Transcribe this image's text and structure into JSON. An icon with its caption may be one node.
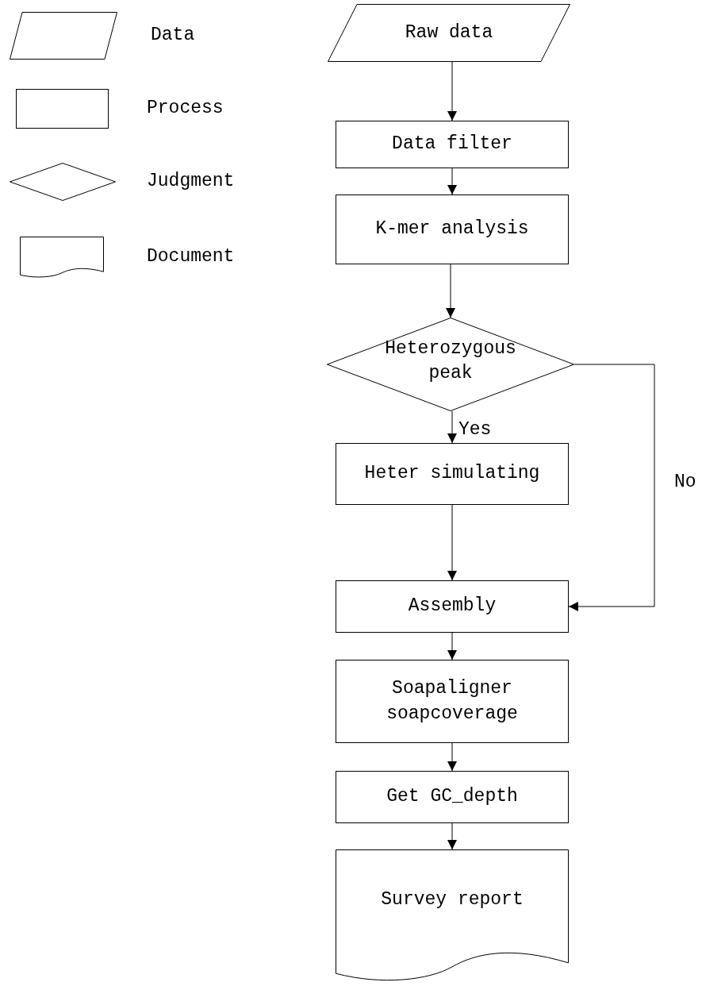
{
  "diagram": {
    "nodes": [
      {
        "text": [],
        "shape": "parallelogram"
      },
      {
        "text": [],
        "shape": "box"
      },
      {
        "text": [],
        "shape": "diamond"
      },
      {
        "text": [],
        "shape": "document"
      },
      {
        "text": [
          "Raw data"
        ]
      },
      {
        "text": [
          "Data filter"
        ]
      },
      {
        "text": [
          "K-mer analysis"
        ]
      },
      {
        "text": [
          "Heterozygous peak"
        ]
      },
      {
        "text": [
          "Heter simulating"
        ]
      },
      {
        "text": [
          "Assembly"
        ]
      },
      {
        "text": [
          "Soapaligner soapcoverage"
        ]
      },
      {
        "text": [
          "Get GC_depth"
        ]
      },
      {
        "text": [
          "Survey report"
        ]
      }
    ],
    "edges": [
      {
        "from": 4,
        "to": 5,
        "arrow": "to"
      },
      {
        "from": 5,
        "to": 6,
        "arrow": "to"
      },
      {
        "from": 6,
        "to": 7,
        "arrow": "to"
      },
      {
        "from": 7,
        "to": 8,
        "arrow": "to",
        "label": "Yes"
      },
      {
        "from": 8,
        "to": 9,
        "arrow": "to"
      },
      {
        "from": 7,
        "to": 9,
        "arrow": "to",
        "label": "No"
      },
      {
        "from": 9,
        "to": 10,
        "arrow": "to"
      },
      {
        "from": 10,
        "to": 11,
        "arrow": "to"
      },
      {
        "from": 11,
        "to": 12,
        "arrow": "to"
      }
    ],
    "legend": [
      {
        "text": "Data"
      },
      {
        "text": "Process"
      },
      {
        "text": "Judgment"
      },
      {
        "text": "Document"
      }
    ]
  }
}
